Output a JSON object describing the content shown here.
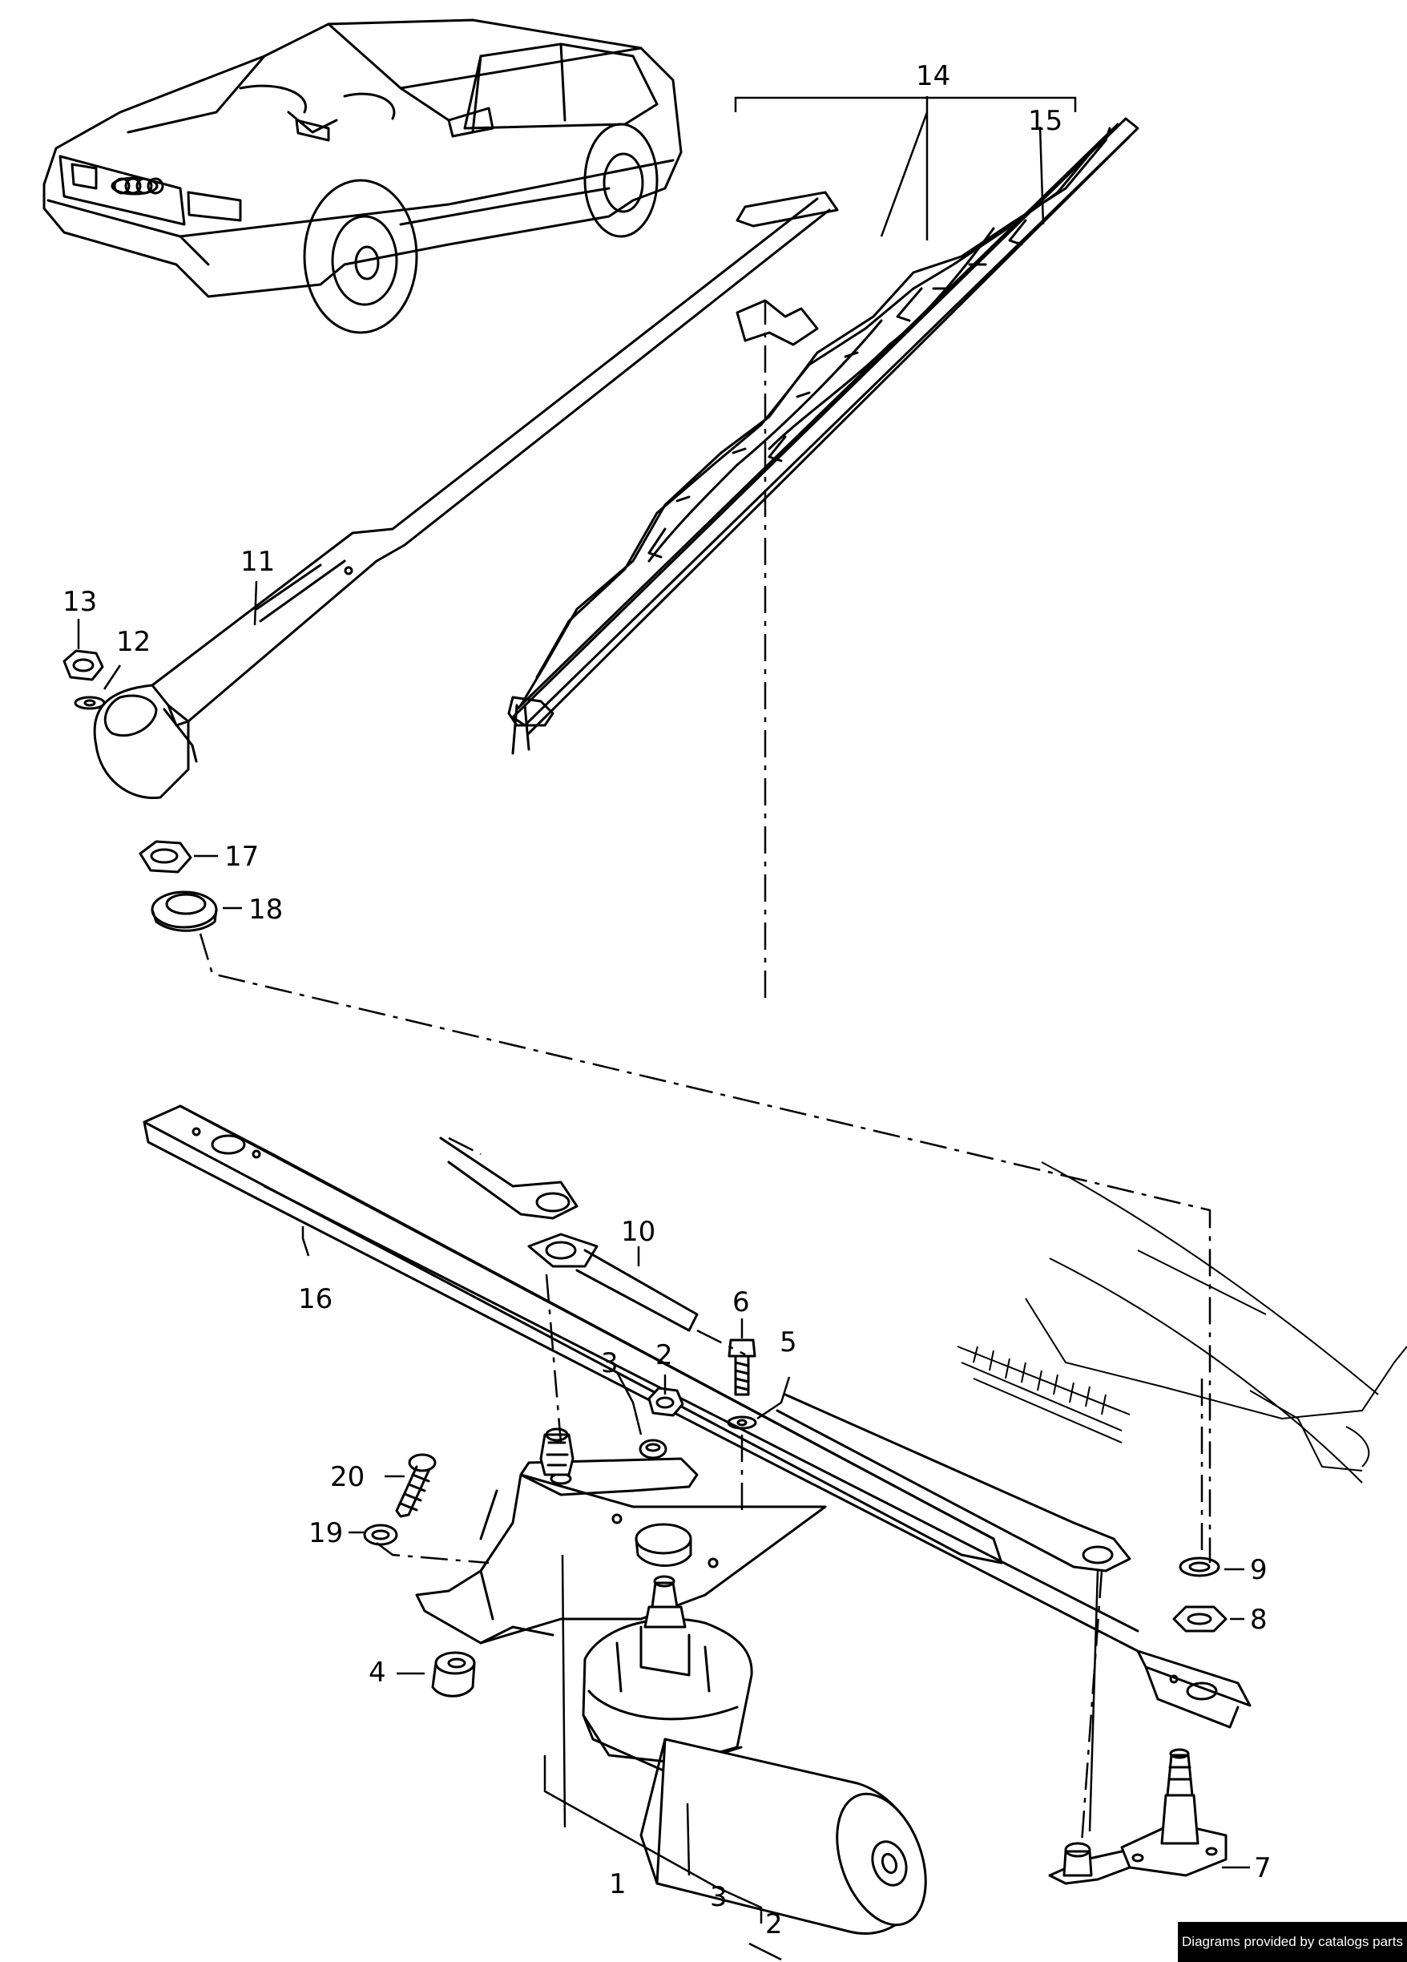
{
  "diagram": {
    "callouts": [
      {
        "id": "c1",
        "text": "1"
      },
      {
        "id": "c2",
        "text": "2"
      },
      {
        "id": "c2b",
        "text": "2"
      },
      {
        "id": "c3",
        "text": "3"
      },
      {
        "id": "c3b",
        "text": "3"
      },
      {
        "id": "c4",
        "text": "4"
      },
      {
        "id": "c5",
        "text": "5"
      },
      {
        "id": "c6",
        "text": "6"
      },
      {
        "id": "c7",
        "text": "7"
      },
      {
        "id": "c8",
        "text": "8"
      },
      {
        "id": "c9",
        "text": "9"
      },
      {
        "id": "c10",
        "text": "10"
      },
      {
        "id": "c11",
        "text": "11"
      },
      {
        "id": "c12",
        "text": "12"
      },
      {
        "id": "c13",
        "text": "13"
      },
      {
        "id": "c14",
        "text": "14"
      },
      {
        "id": "c15",
        "text": "15"
      },
      {
        "id": "c16",
        "text": "16"
      },
      {
        "id": "c17",
        "text": "17"
      },
      {
        "id": "c18",
        "text": "18"
      },
      {
        "id": "c19",
        "text": "19"
      },
      {
        "id": "c20",
        "text": "20"
      }
    ]
  },
  "footer": {
    "credit": "Diagrams provided by catalogs parts"
  }
}
